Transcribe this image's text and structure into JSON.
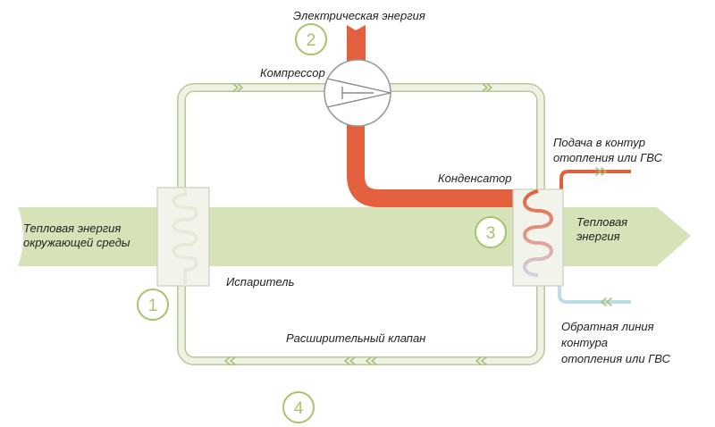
{
  "labels": {
    "electric": "Электрическая энергия",
    "compressor": "Компрессор",
    "condenser": "Конденсатор",
    "supply_line1": "Подача в контур",
    "supply_line2": "отопления или ГВС",
    "ambient_line1": "Тепловая энергия",
    "ambient_line2": "окружающей среды",
    "thermal_line1": "Тепловая",
    "thermal_line2": "энергия",
    "evaporator": "Испаритель",
    "valve": "Расширительный клапан",
    "return_line1": "Обратная линия",
    "return_line2": "контура",
    "return_line3": "отопления или ГВС"
  },
  "steps": [
    "1",
    "2",
    "3",
    "4"
  ],
  "colors": {
    "heat_band": "#d6e2b8",
    "pipe": "#dfe8cf",
    "pipe_edge": "#b9c79a",
    "hot_pipe": "#e2603e",
    "cold_pipe": "#bcdcea",
    "step_circle": "#a8c36a",
    "chevron": "#a9c07a"
  },
  "icons": [
    "compressor-icon",
    "evaporator-coil-icon",
    "condenser-coil-icon",
    "flow-chevron-icon"
  ]
}
